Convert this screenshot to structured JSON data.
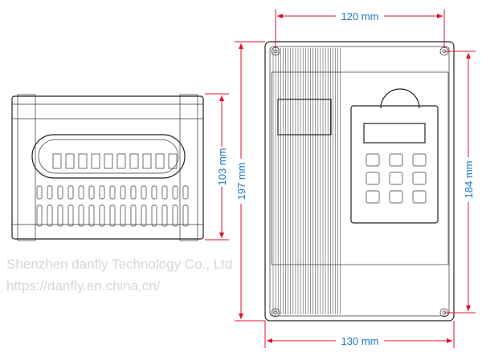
{
  "dimensions": {
    "width_top": "120 mm",
    "width_bottom": "130 mm",
    "height_inner": "184 mm",
    "height_outer": "197 mm",
    "depth": "103 mm"
  },
  "watermark": {
    "company": "Shenzhen danfly Technology Co., Ltd",
    "url": "https://danfly.en.china.cn/"
  },
  "colors": {
    "dimension_line": "#e0102a",
    "dimension_text": "#1a78c2"
  }
}
